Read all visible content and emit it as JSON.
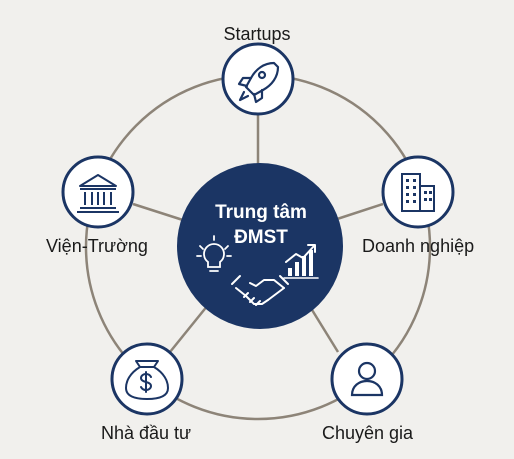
{
  "hub": {
    "title_line1": "Trung tâm",
    "title_line2": "ĐMST",
    "icons": [
      "lightbulb-icon",
      "handshake-icon",
      "growth-chart-icon"
    ]
  },
  "nodes": {
    "top": {
      "label": "Startups",
      "icon": "rocket-icon"
    },
    "left": {
      "label": "Viện-Trường",
      "icon": "institution-icon"
    },
    "right": {
      "label": "Doanh nghiệp",
      "icon": "office-building-icon"
    },
    "bottom_left": {
      "label": "Nhà đầu tư",
      "icon": "money-bag-icon"
    },
    "bottom_right": {
      "label": "Chuyên gia",
      "icon": "person-icon"
    }
  },
  "colors": {
    "background": "#f1f0ed",
    "navy": "#1b3564",
    "ring": "#8d8478",
    "node_fill": "#ffffff",
    "label_text": "#1a1a1a",
    "hub_text": "#ffffff"
  }
}
